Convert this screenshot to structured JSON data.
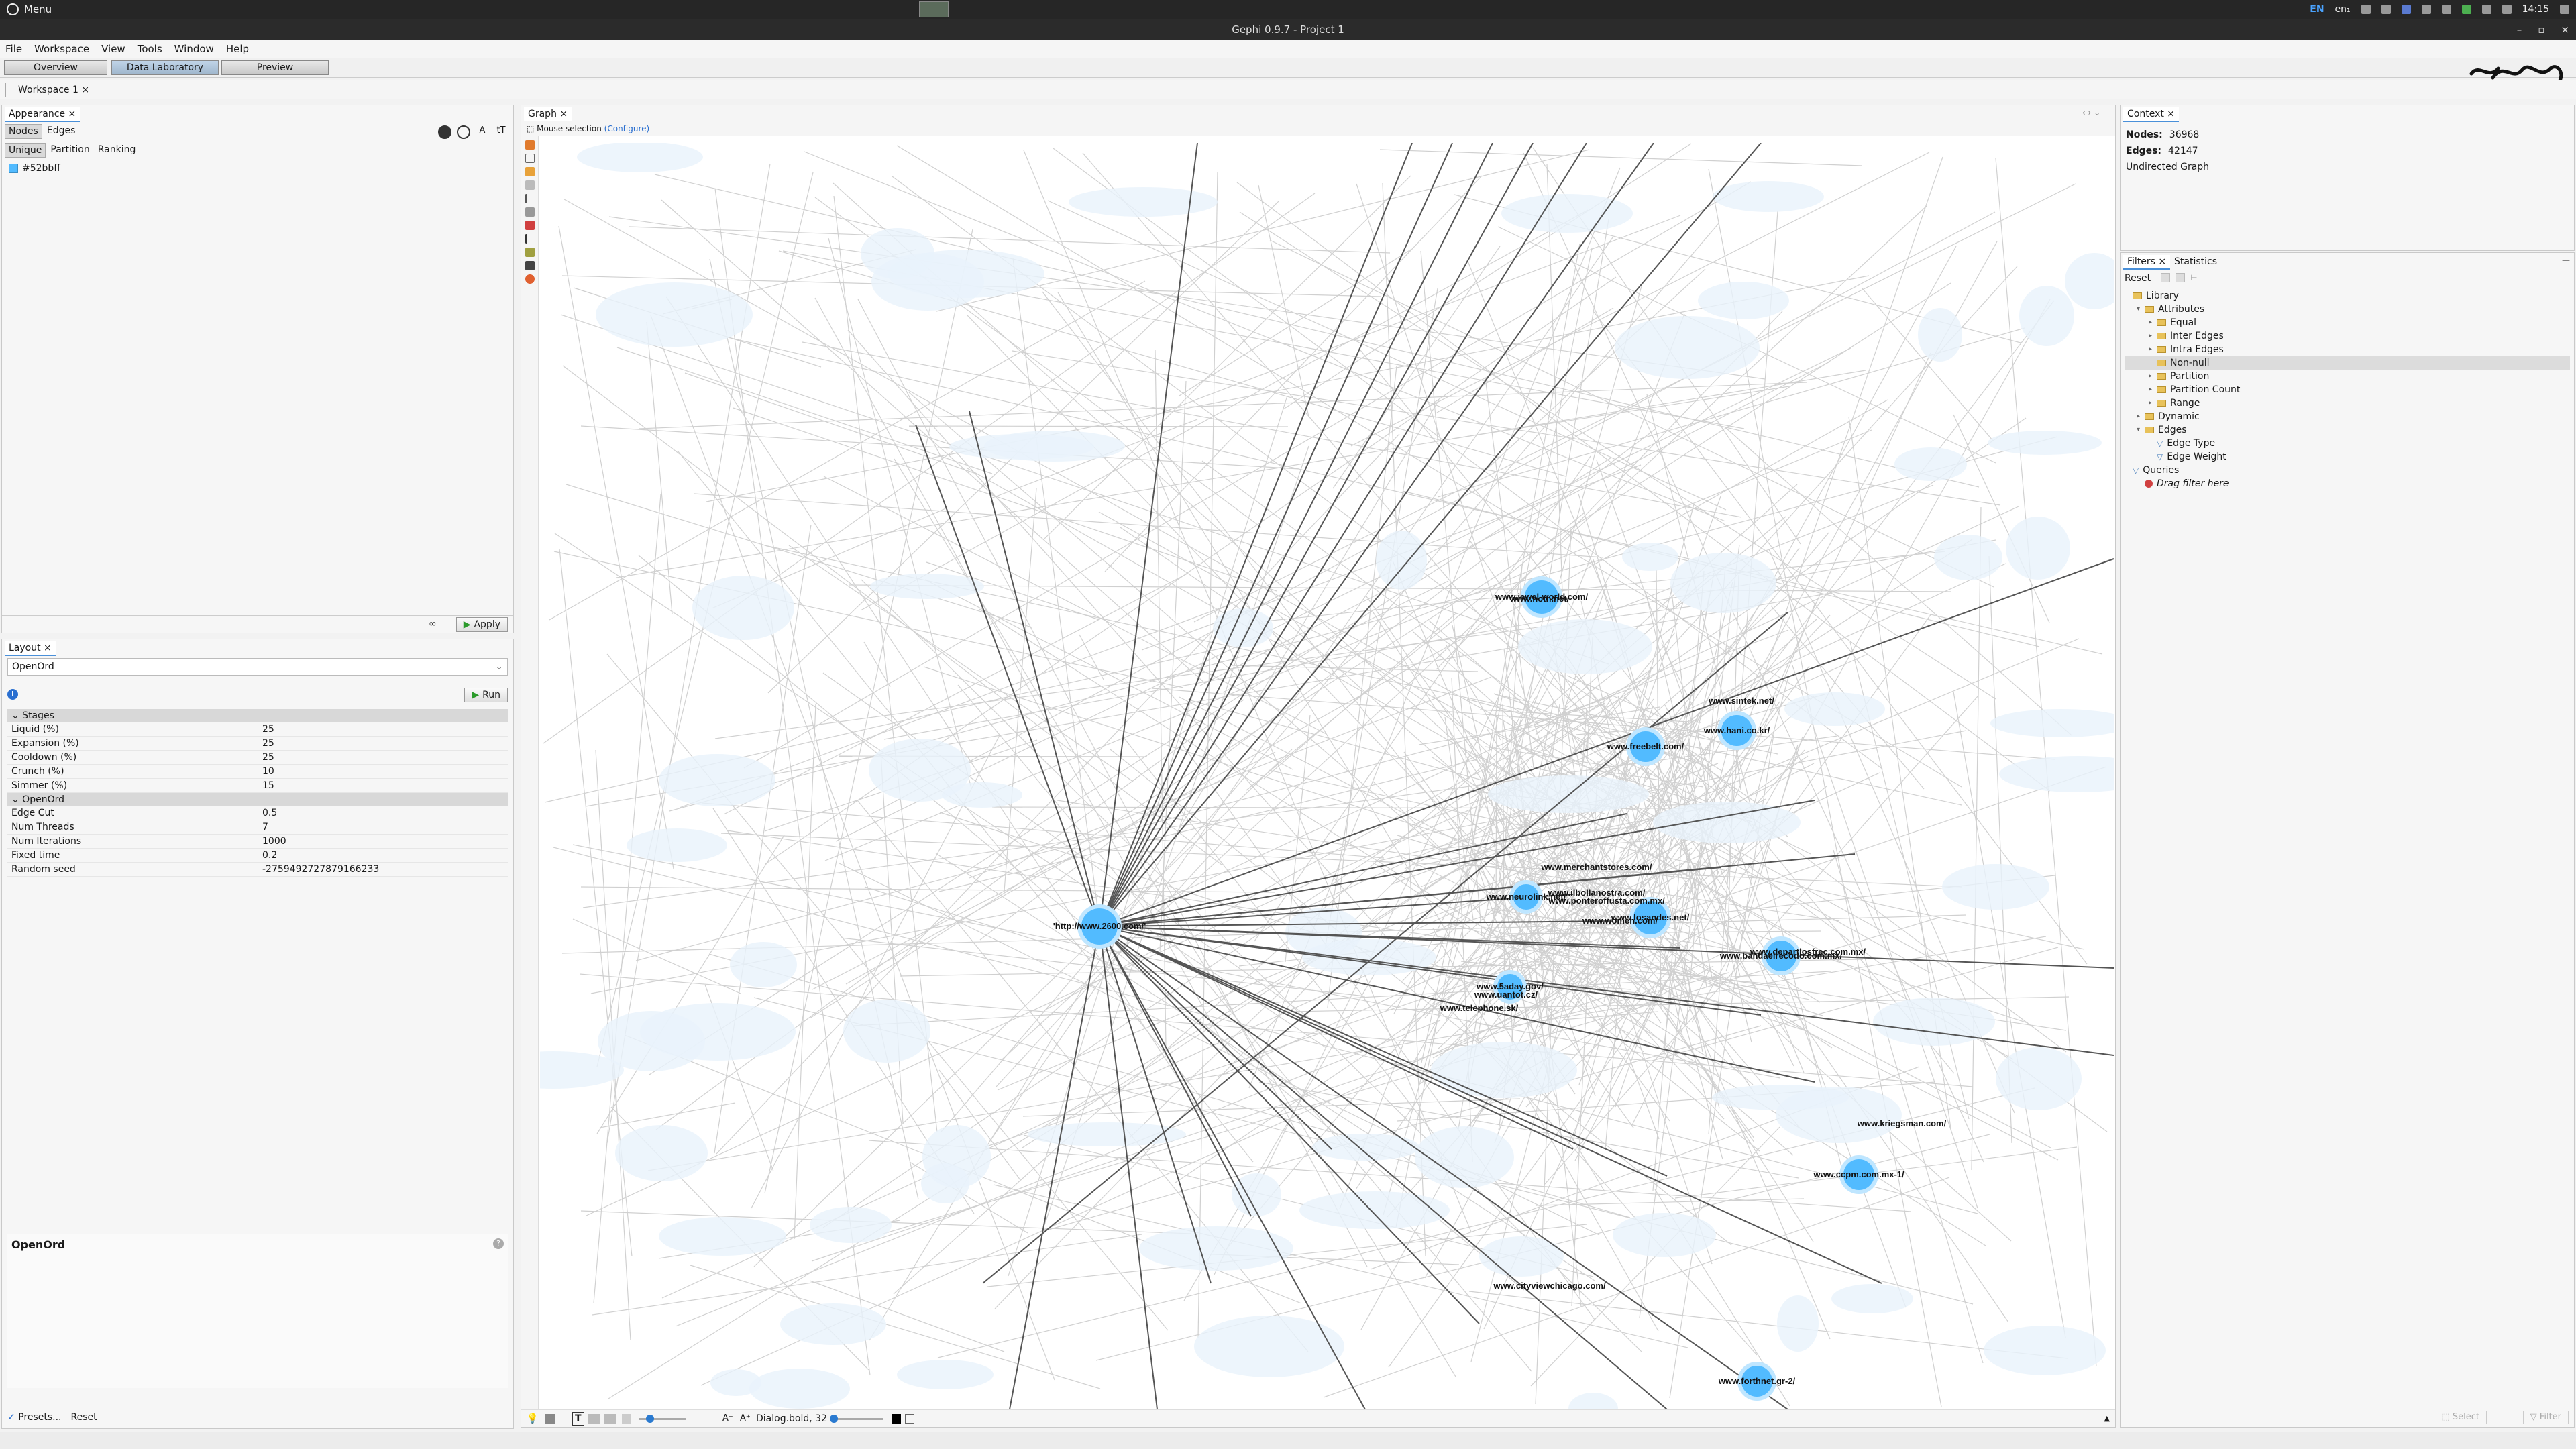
{
  "os": {
    "menu_label": "Menu",
    "lang": "EN",
    "layout": "en₁",
    "time": "14:15"
  },
  "window": {
    "title": "Gephi 0.9.7 - Project 1"
  },
  "menubar": [
    "File",
    "Workspace",
    "View",
    "Tools",
    "Window",
    "Help"
  ],
  "perspectives": [
    "Overview",
    "Data Laboratory",
    "Preview"
  ],
  "workspace_tab": "Workspace 1",
  "appearance": {
    "tab": "Appearance",
    "element_tabs": [
      "Nodes",
      "Edges"
    ],
    "mode_tabs": [
      "Unique",
      "Partition",
      "Ranking"
    ],
    "color_value": "#52bbff",
    "apply_label": "Apply",
    "apply_prefix": "∞"
  },
  "layout": {
    "tab": "Layout",
    "algorithm": "OpenOrd",
    "run_label": "Run",
    "sections": [
      {
        "title": "Stages",
        "rows": [
          {
            "k": "Liquid (%)",
            "v": "25"
          },
          {
            "k": "Expansion (%)",
            "v": "25"
          },
          {
            "k": "Cooldown (%)",
            "v": "25"
          },
          {
            "k": "Crunch (%)",
            "v": "10"
          },
          {
            "k": "Simmer (%)",
            "v": "15"
          }
        ]
      },
      {
        "title": "OpenOrd",
        "rows": [
          {
            "k": "Edge Cut",
            "v": "0.5"
          },
          {
            "k": "Num Threads",
            "v": "7"
          },
          {
            "k": "Num Iterations",
            "v": "1000"
          },
          {
            "k": "Fixed time",
            "v": "0.2"
          },
          {
            "k": "Random seed",
            "v": "-2759492727879166233"
          }
        ]
      }
    ],
    "description_title": "OpenOrd",
    "presets_label": "Presets...",
    "reset_label": "Reset"
  },
  "graph": {
    "tab": "Graph",
    "mouse_selection": "Mouse selection",
    "configure": "(Configure)",
    "font_label": "Dialog.bold, 32",
    "labels": [
      "'http://www.2600.com/'",
      "www.jewel-world.com/",
      "www.sintek.net/",
      "www.hani.co.kr/",
      "www.freebelt.com/",
      "www.merchantstores.com/",
      "www.ilbollanostra.com/",
      "www.neurolink.net/",
      "www.losandes.net/",
      "www.bandaelrecodo.com.mx/",
      "www.5aday.gov/",
      "www.telephone.sk/",
      "www.kriegsman.com/",
      "www.ccpm.com.mx-1/",
      "www.cityviewchicago.com/",
      "www.forthnet.gr-2/",
      "www.hoth.net/",
      "www.women.com/",
      "www.uantot.cz/",
      "www.ponteroffusta.com.mx/",
      "www.departlosfrec.com.mx/",
      "www."
    ]
  },
  "context": {
    "tab": "Context",
    "nodes_label": "Nodes:",
    "nodes": "36968",
    "edges_label": "Edges:",
    "edges": "42147",
    "graph_type": "Undirected Graph"
  },
  "filters": {
    "tabs": [
      "Filters",
      "Statistics"
    ],
    "reset_label": "Reset",
    "tree": [
      {
        "label": "Library",
        "depth": 0,
        "kind": "folder",
        "arrow": ""
      },
      {
        "label": "Attributes",
        "depth": 1,
        "kind": "folder",
        "arrow": "▾"
      },
      {
        "label": "Equal",
        "depth": 2,
        "kind": "folder",
        "arrow": "▸"
      },
      {
        "label": "Inter Edges",
        "depth": 2,
        "kind": "folder",
        "arrow": "▸"
      },
      {
        "label": "Intra Edges",
        "depth": 2,
        "kind": "folder",
        "arrow": "▸"
      },
      {
        "label": "Non-null",
        "depth": 2,
        "kind": "folder",
        "arrow": "",
        "selected": true
      },
      {
        "label": "Partition",
        "depth": 2,
        "kind": "folder",
        "arrow": "▸"
      },
      {
        "label": "Partition Count",
        "depth": 2,
        "kind": "folder",
        "arrow": "▸"
      },
      {
        "label": "Range",
        "depth": 2,
        "kind": "folder",
        "arrow": "▸"
      },
      {
        "label": "Dynamic",
        "depth": 1,
        "kind": "folder",
        "arrow": "▸"
      },
      {
        "label": "Edges",
        "depth": 1,
        "kind": "folder",
        "arrow": "▾"
      },
      {
        "label": "Edge Type",
        "depth": 2,
        "kind": "filter",
        "arrow": ""
      },
      {
        "label": "Edge Weight",
        "depth": 2,
        "kind": "filter",
        "arrow": ""
      },
      {
        "label": "Queries",
        "depth": 0,
        "kind": "filter",
        "arrow": ""
      },
      {
        "label": "Drag filter here",
        "depth": 1,
        "kind": "hint",
        "arrow": ""
      }
    ],
    "select_label": "Select",
    "filter_label": "Filter"
  }
}
